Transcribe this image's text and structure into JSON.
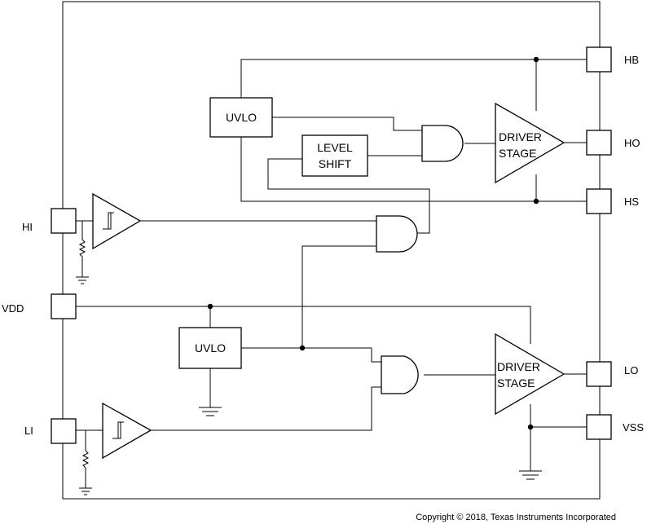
{
  "pins": {
    "hb": "HB",
    "ho": "HO",
    "hs": "HS",
    "hi": "HI",
    "vdd": "VDD",
    "lo": "LO",
    "vss": "VSS",
    "li": "LI"
  },
  "blocks": {
    "uvlo_high": "UVLO",
    "uvlo_low": "UVLO",
    "level_shift_line1": "LEVEL",
    "level_shift_line2": "SHIFT",
    "driver_high_line1": "DRIVER",
    "driver_high_line2": "STAGE",
    "driver_low_line1": "DRIVER",
    "driver_low_line2": "STAGE"
  },
  "copyright": "Copyright © 2018, Texas Instruments Incorporated"
}
